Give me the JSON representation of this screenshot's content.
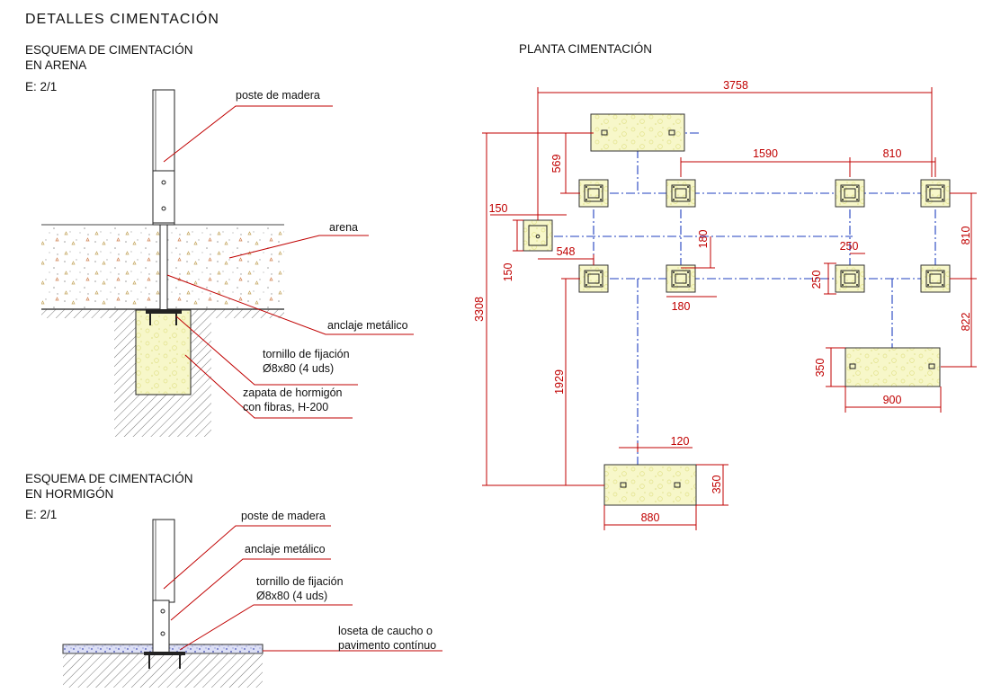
{
  "title": "DETALLES CIMENTACIÓN",
  "sand_section": {
    "heading_line1": "ESQUEMA DE CIMENTACIÓN",
    "heading_line2": "EN ARENA",
    "scale": "E: 2/1",
    "labels": {
      "post": "poste de madera",
      "sand": "arena",
      "anchor": "anclaje metálico",
      "screw_line1": "tornillo de fijación",
      "screw_line2": "Ø8x80 (4 uds)",
      "footing_line1": "zapata de hormigón",
      "footing_line2": "con fibras, H-200"
    }
  },
  "concrete_section": {
    "heading_line1": "ESQUEMA DE CIMENTACIÓN",
    "heading_line2": "EN HORMIGÓN",
    "scale": "E: 2/1",
    "labels": {
      "post": "poste de madera",
      "anchor": "anclaje metálico",
      "screw_line1": "tornillo de fijación",
      "screw_line2": "Ø8x80 (4 uds)",
      "tile_line1": "loseta de caucho o",
      "tile_line2": "pavimento contínuo"
    }
  },
  "plan": {
    "title": "PLANTA CIMENTACIÓN",
    "dimensions": {
      "total_width": "3758",
      "top_block_offset": "569",
      "span_middle": "1590",
      "span_right": "810",
      "small_footing_width": "150",
      "small_footing_height": "150",
      "small_offset": "548",
      "mid_gap": "180",
      "mid_gap_horizontal": "180",
      "right_gap": "250",
      "right_footing_height": "250",
      "right_span_vertical": "810",
      "total_height": "3308",
      "right_lower_span": "822",
      "right_block_height": "350",
      "right_block_width": "900",
      "bottom_offset": "1929",
      "bottom_axis_gap": "120",
      "bottom_block_height": "350",
      "bottom_block_width": "880"
    }
  },
  "colors": {
    "dimension": "#c00000",
    "axis": "#1f3fbf",
    "concrete": "#f7f7c9",
    "line": "#222222"
  }
}
